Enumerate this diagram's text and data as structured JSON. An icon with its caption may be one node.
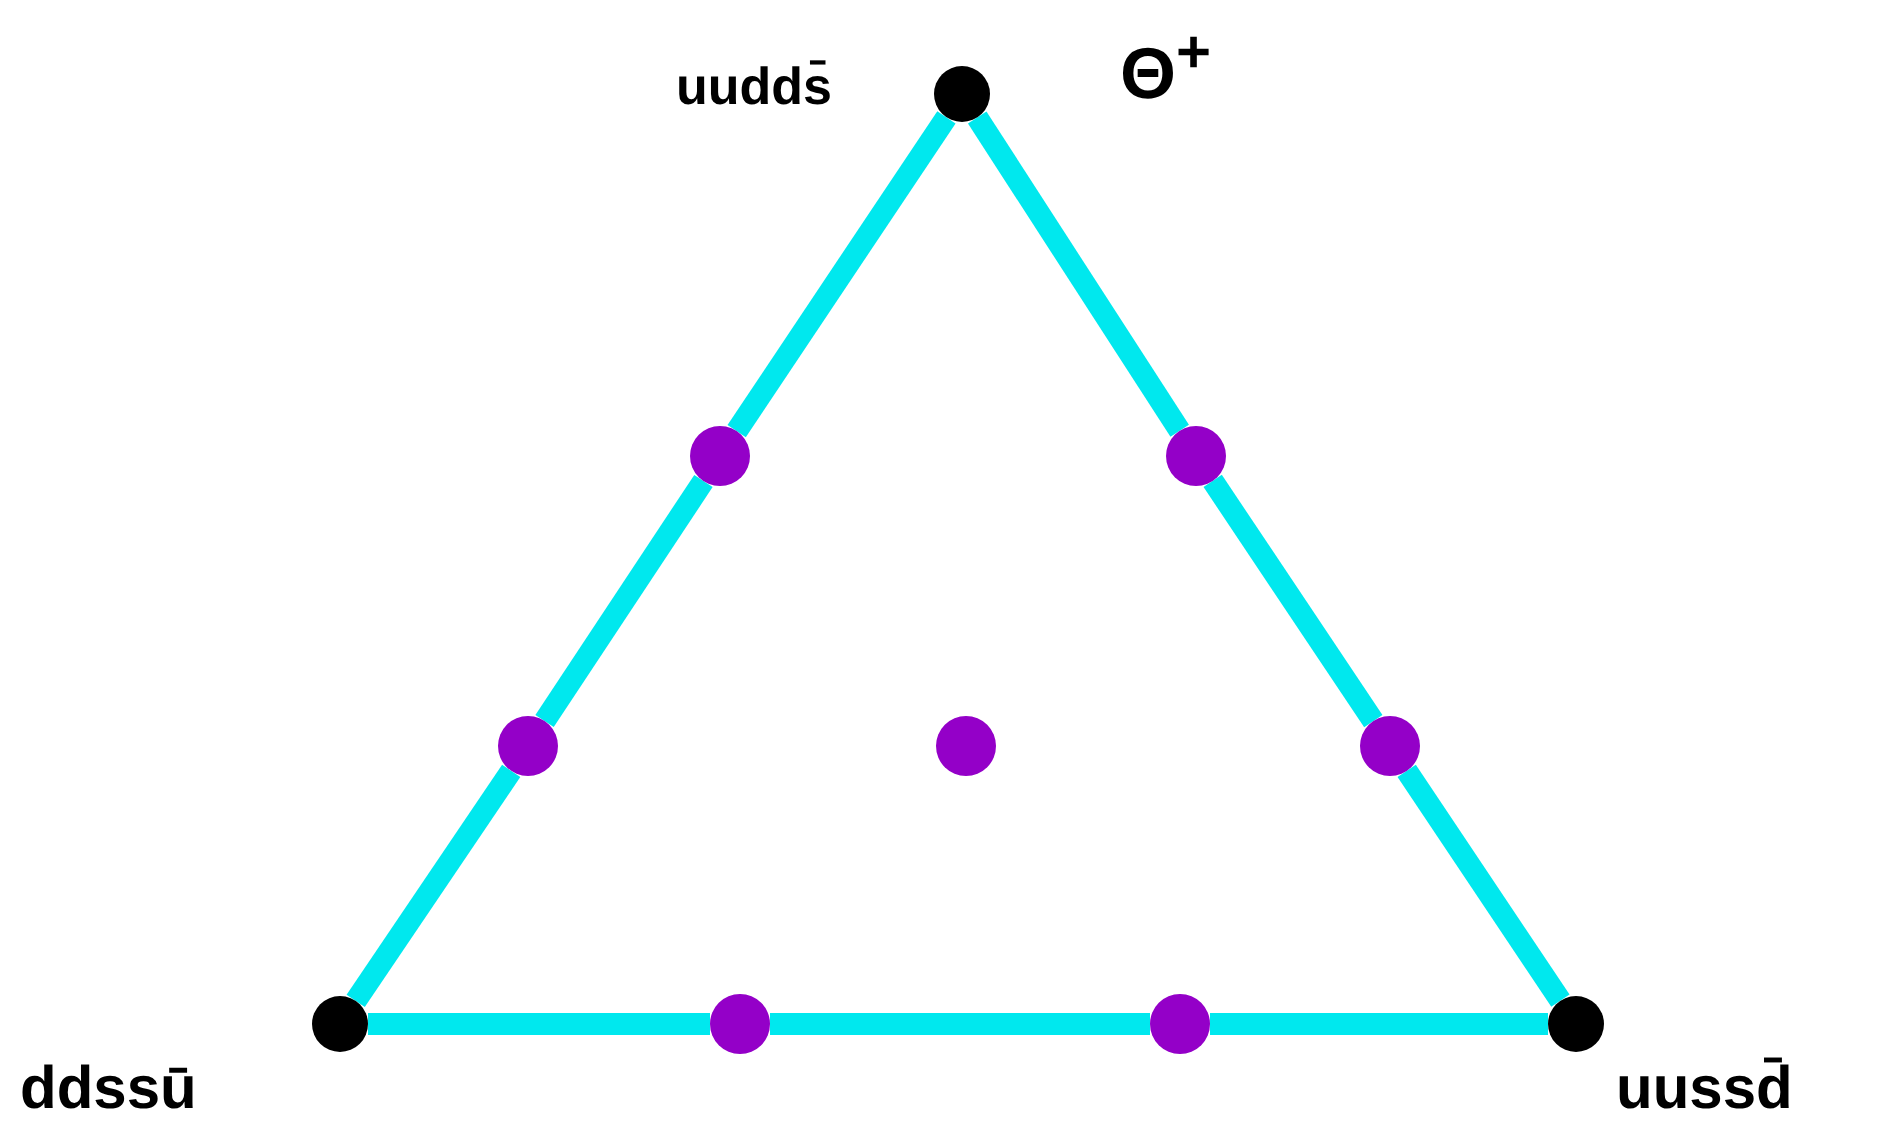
{
  "diagram": {
    "nodes": [
      {
        "text": [],
        "shape": "circle",
        "beside": [
          "uudds̄",
          "Θ$^{+}$"
        ]
      },
      {
        "text": [],
        "shape": "circle"
      },
      {
        "text": [],
        "shape": "circle"
      },
      {
        "text": [],
        "shape": "circle"
      },
      {
        "text": [],
        "shape": "circle"
      },
      {
        "text": [],
        "shape": "circle"
      },
      {
        "text": [],
        "shape": "circle",
        "beside": [
          "ddssū"
        ]
      },
      {
        "text": [],
        "shape": "circle"
      },
      {
        "text": [],
        "shape": "circle"
      },
      {
        "text": [],
        "shape": "circle",
        "beside": [
          "uussd̄"
        ]
      }
    ],
    "edges": [
      {
        "from": 0,
        "to": 1,
        "arrow": "none"
      },
      {
        "from": 1,
        "to": 3,
        "arrow": "none"
      },
      {
        "from": 3,
        "to": 6,
        "arrow": "none"
      },
      {
        "from": 0,
        "to": 2,
        "arrow": "none"
      },
      {
        "from": 2,
        "to": 5,
        "arrow": "none"
      },
      {
        "from": 5,
        "to": 9,
        "arrow": "none"
      },
      {
        "from": 6,
        "to": 7,
        "arrow": "none"
      },
      {
        "from": 7,
        "to": 8,
        "arrow": "none"
      },
      {
        "from": 8,
        "to": 9,
        "arrow": "none"
      }
    ]
  }
}
